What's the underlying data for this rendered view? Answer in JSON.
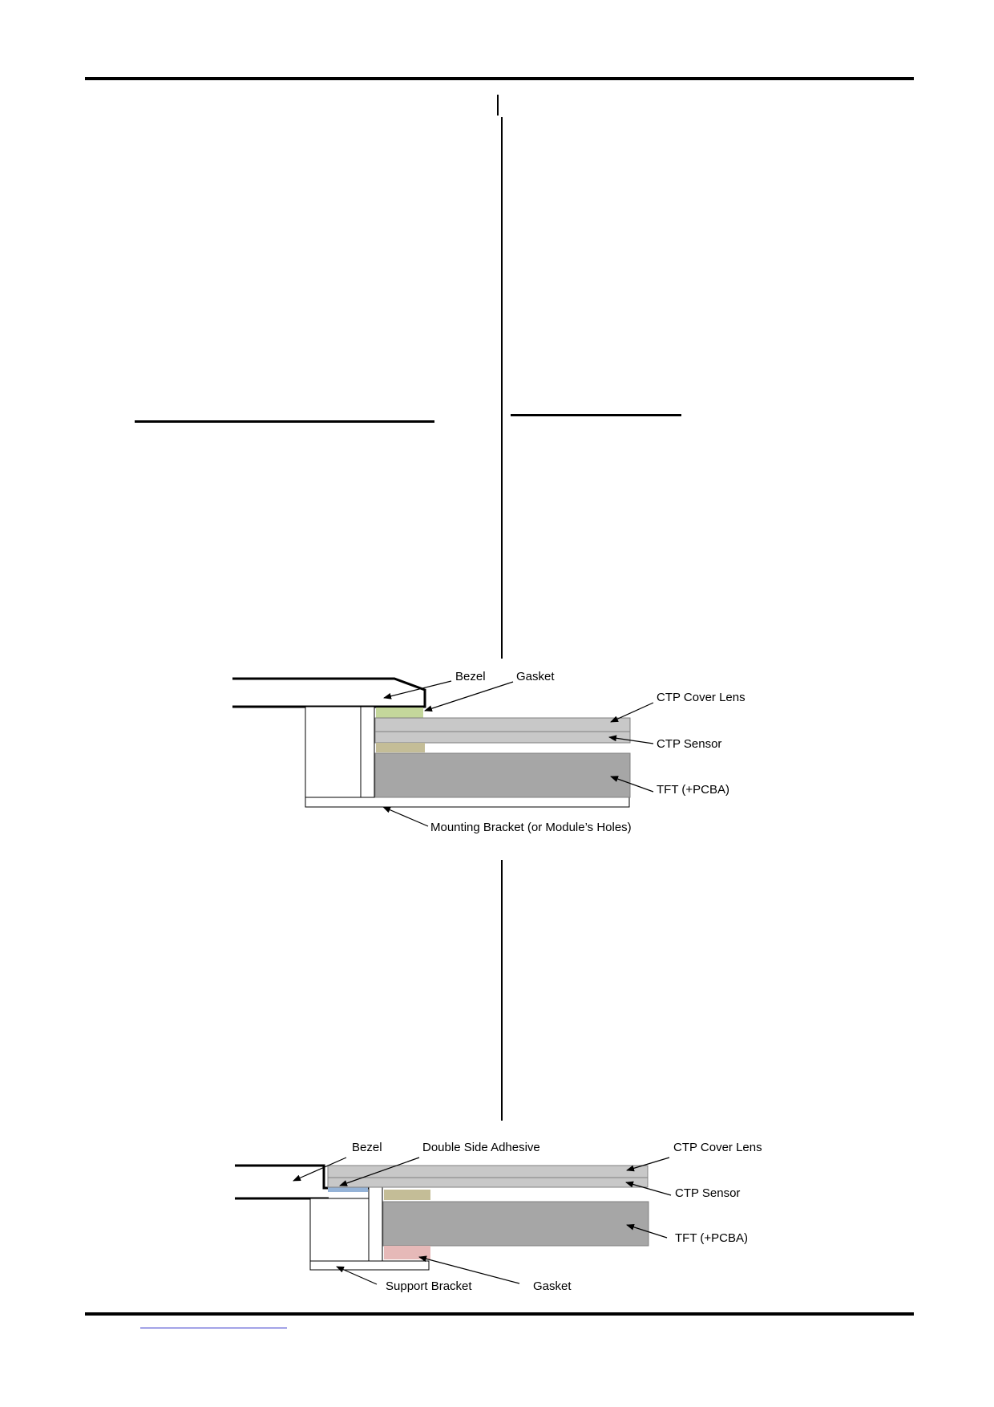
{
  "diagram_1": {
    "labels": {
      "bezel": "Bezel",
      "gasket": "Gasket",
      "ctp_cover_lens": "CTP Cover Lens",
      "ctp_sensor": "CTP Sensor",
      "tft": "TFT (+PCBA)",
      "mounting_bracket": "Mounting Bracket (or Module’s Holes)"
    }
  },
  "diagram_2": {
    "labels": {
      "bezel": "Bezel",
      "double_side_adhesive": "Double Side Adhesive",
      "ctp_cover_lens": "CTP Cover Lens",
      "ctp_sensor": "CTP Sensor",
      "tft": "TFT (+PCBA)",
      "support_bracket": "Support Bracket",
      "gasket": "Gasket"
    }
  },
  "colors": {
    "lens_gray": "#c8c8c8",
    "tft_gray": "#a6a6a6",
    "gasket_green": "#c4d79b",
    "spacer_tan": "#c4bd97",
    "adhesive_blue": "#95b3d7",
    "gasket_pink": "#e6b9b8",
    "link_blue": "#2a2ac8"
  }
}
